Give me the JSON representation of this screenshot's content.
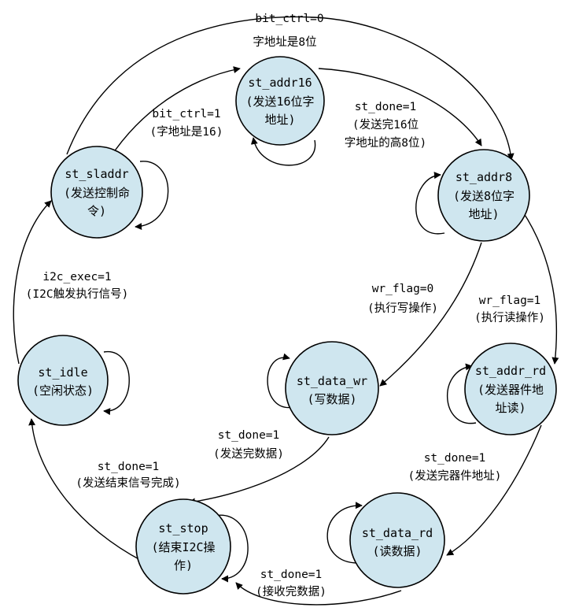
{
  "diagram": {
    "type": "state-machine",
    "states": {
      "sladdr": {
        "name": "st_sladdr",
        "desc1": "(发送控制命",
        "desc2": "令)"
      },
      "addr16": {
        "name": "st_addr16",
        "desc1": "(发送16位字",
        "desc2": "地址)"
      },
      "addr8": {
        "name": "st_addr8",
        "desc1": "(发送8位字",
        "desc2": "地址)"
      },
      "idle": {
        "name": "st_idle",
        "desc1": "(空闲状态)"
      },
      "data_wr": {
        "name": "st_data_wr",
        "desc1": "(写数据)"
      },
      "addr_rd": {
        "name": "st_addr_rd",
        "desc1": "(发送器件地",
        "desc2": "址读)"
      },
      "stop": {
        "name": "st_stop",
        "desc1": "(结束I2C操",
        "desc2": "作)"
      },
      "data_rd": {
        "name": "st_data_rd",
        "desc1": "(读数据)"
      }
    },
    "transitions": {
      "sladdr_to_addr8": {
        "cond": "bit_ctrl=0",
        "note": "字地址是8位"
      },
      "sladdr_to_addr16": {
        "cond": "bit_ctrl=1",
        "note": "(字地址是16)"
      },
      "addr16_to_addr8": {
        "cond": "st_done=1",
        "note": "(发送完16位",
        "note2": "字地址的高8位)"
      },
      "addr8_to_data_wr": {
        "cond": "wr_flag=0",
        "note": "(执行写操作)"
      },
      "addr8_to_addr_rd": {
        "cond": "wr_flag=1",
        "note": "(执行读操作)"
      },
      "idle_to_sladdr": {
        "cond": "i2c_exec=1",
        "note": "(I2C触发执行信号)"
      },
      "data_wr_to_stop": {
        "cond": "st_done=1",
        "note": "(发送完数据)"
      },
      "stop_to_idle": {
        "cond": "st_done=1",
        "note": "(发送结束信号完成)"
      },
      "addr_rd_to_data_rd": {
        "cond": "st_done=1",
        "note": "(发送完器件地址)"
      },
      "data_rd_to_stop": {
        "cond": "st_done=1",
        "note": "(接收完数据)"
      }
    }
  }
}
